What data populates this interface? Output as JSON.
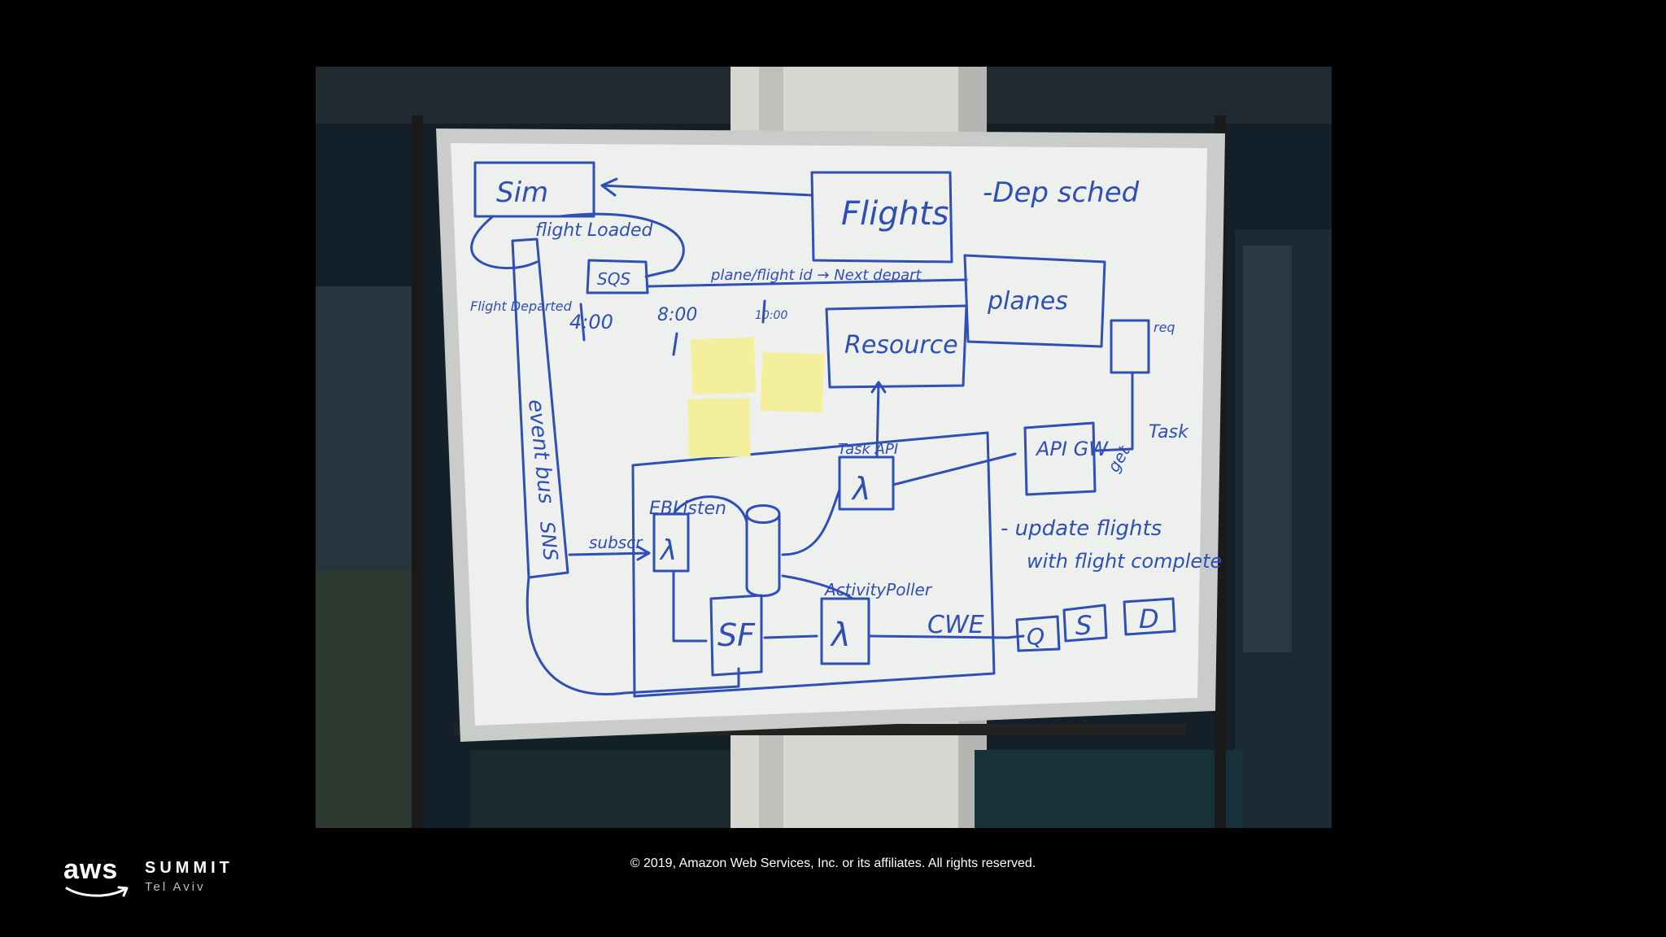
{
  "branding": {
    "logo_text": "aws",
    "event_name": "SUMMIT",
    "event_city": "Tel Aviv"
  },
  "footer": {
    "copyright": "© 2019, Amazon Web Services, Inc. or its affiliates. All rights reserved."
  },
  "whiteboard": {
    "labels": {
      "sim": "Sim",
      "flights": "Flights",
      "dep_sched": "-Dep sched",
      "flight_loaded": "flight Loaded",
      "sqs": "SQS",
      "plane_flight": "plane/flight id → Next depart",
      "planes": "planes",
      "flight_departed": "Flight Departed",
      "event_bus": "event bus",
      "sns": "SNS",
      "time_400": "4:00",
      "time_800": "8:00",
      "time_1000": "10:00",
      "resource": "Resource",
      "req": "req",
      "api_gw": "API GW",
      "task_api": "Task API",
      "get": "get",
      "task": "Task",
      "eb_listen": "EBListen",
      "subscr": "subscr",
      "update_flights": "- update flights",
      "with_flight_complete": "with flight complete",
      "activity_poller": "ActivityPoller",
      "cwe": "CWE",
      "sf": "SF",
      "lambda": "λ",
      "q": "Q",
      "s": "S",
      "d": "D"
    }
  },
  "colors": {
    "marker": "#2f4fb5",
    "board": "#eef0ee",
    "sticky": "#f3ef9c",
    "frame": "#c9ccc9"
  }
}
